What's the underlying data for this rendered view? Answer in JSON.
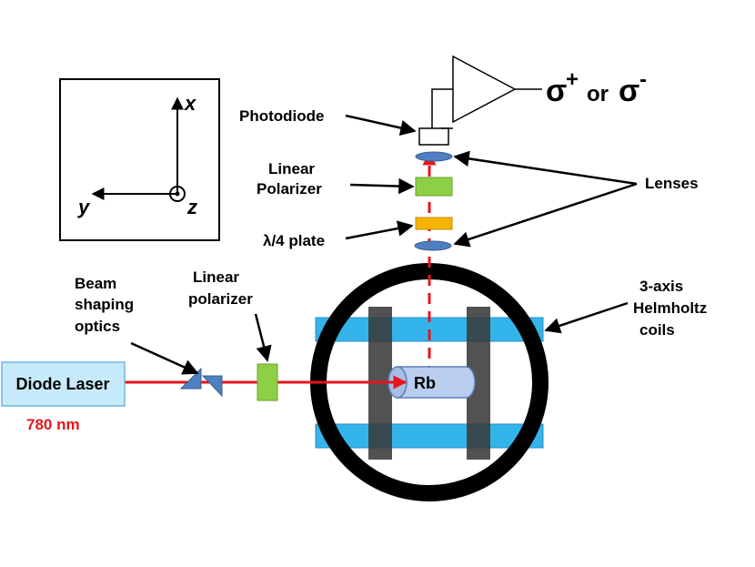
{
  "axes": {
    "x": "x",
    "y": "y",
    "z": "z"
  },
  "labels": {
    "photodiode": "Photodiode",
    "linear_polarizer_top_1": "Linear",
    "linear_polarizer_top_2": "Polarizer",
    "quarter_wave": "λ/4 plate",
    "lenses": "Lenses",
    "helmholtz_1": "3-axis",
    "helmholtz_2": "Helmholtz",
    "helmholtz_3": "coils",
    "beam_shaping_1": "Beam",
    "beam_shaping_2": "shaping",
    "beam_shaping_3": "optics",
    "linear_polarizer_low_1": "Linear",
    "linear_polarizer_low_2": "polarizer",
    "diode_laser": "Diode Laser",
    "wavelength": "780 nm",
    "cell": "Rb"
  },
  "signal": {
    "sigma": "σ",
    "plus": "+",
    "or": "or",
    "minus": "-"
  },
  "colors": {
    "beam": "#e8141c",
    "wavelength_text": "#e8141c",
    "polarizer": "#8ed045",
    "quarter_wave": "#f6b400",
    "lens": "#4f7fc1",
    "laser_box": "#c7eafa",
    "coil_bar": "#33b4ea",
    "ring": "#000000",
    "coil_dark": "#3a3a3a",
    "cell": "#b9cdee"
  }
}
